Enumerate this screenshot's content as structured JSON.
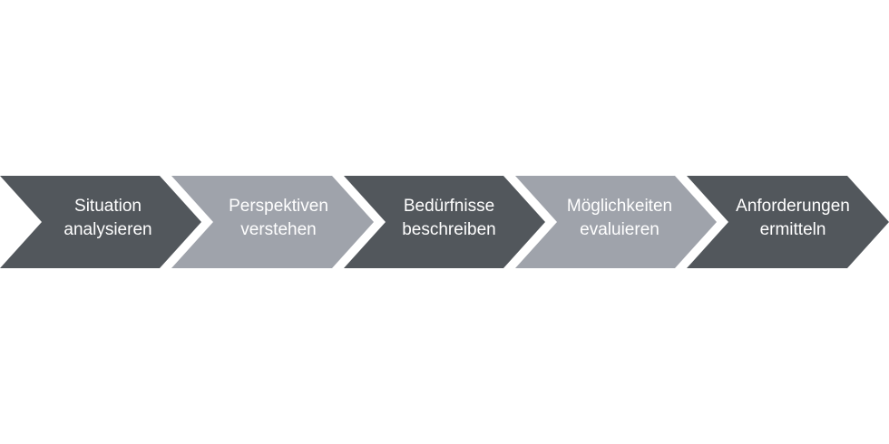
{
  "steps": [
    {
      "line1": "Situation",
      "line2": "analysieren",
      "color": "#52575c"
    },
    {
      "line1": "Perspektiven",
      "line2": "verstehen",
      "color": "#9fa3ab"
    },
    {
      "line1": "Bedürfnisse",
      "line2": "beschreiben",
      "color": "#52575c"
    },
    {
      "line1": "Möglichkeiten",
      "line2": "evaluieren",
      "color": "#9fa3ab"
    },
    {
      "line1": "Anforderungen",
      "line2": "ermitteln",
      "color": "#52575c"
    }
  ]
}
